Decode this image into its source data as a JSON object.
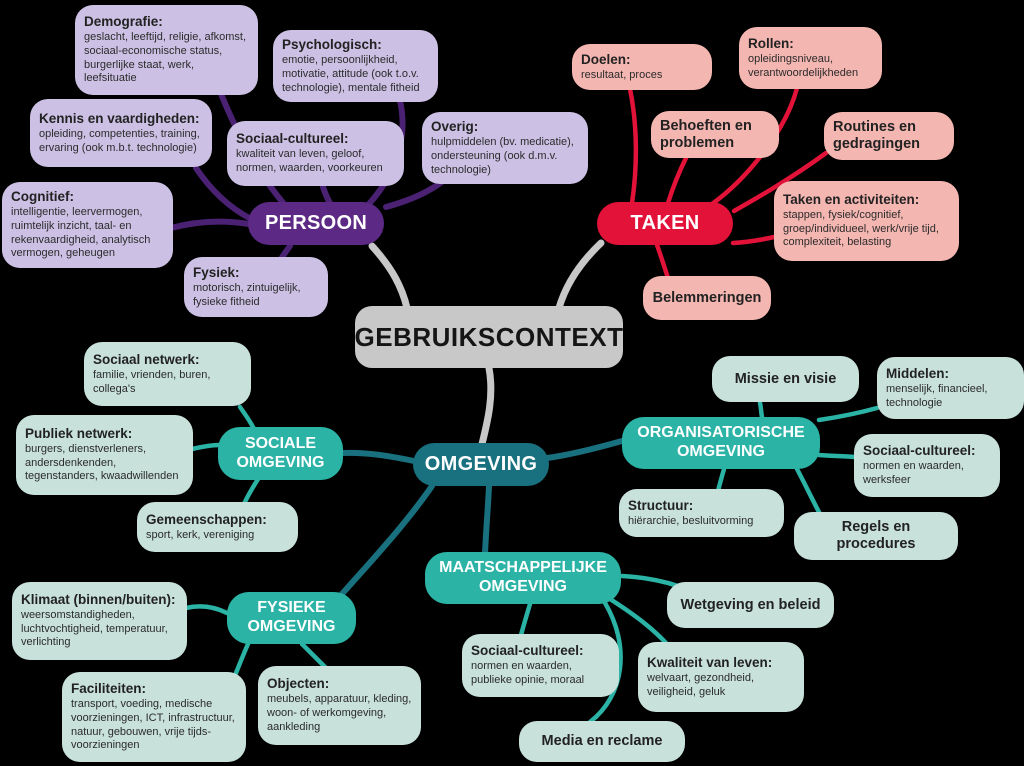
{
  "title": {
    "label": "GEBRUIKSCONTEXT"
  },
  "colors": {
    "background": "#000000",
    "persoon_hub": "#5c2a85",
    "persoon_node": "#ccc1e4",
    "persoon_line": "#4b2173",
    "taken_hub": "#e21239",
    "taken_node": "#f4b6b1",
    "taken_line": "#e21239",
    "center_node": "#c8c8c8",
    "center_line": "#c8c8c8",
    "omgeving_hub": "#19717f",
    "teal_hub": "#2bb3a6",
    "teal_node": "#c8e1db",
    "teal_line": "#2bb3a6",
    "teal_line_dark": "#19717f",
    "text_dark": "#222222",
    "text_light": "#ffffff"
  },
  "persoon": {
    "hub": "PERSOON",
    "nodes": [
      {
        "title": "Demografie:",
        "body": "geslacht, leeftijd, religie, afkomst, sociaal-economische status, burgerlijke staat, werk, leefsituatie"
      },
      {
        "title": "Psychologisch:",
        "body": "emotie, persoonlijkheid, motivatie, attitude (ook t.o.v. technologie), mentale fitheid"
      },
      {
        "title": "Kennis en vaardigheden:",
        "body": "opleiding, competenties, training, ervaring (ook m.b.t. technologie)"
      },
      {
        "title": "Sociaal-cultureel:",
        "body": "kwaliteit van leven, geloof, normen, waarden, voorkeuren"
      },
      {
        "title": "Overig:",
        "body": "hulpmiddelen (bv. medicatie), ondersteuning (ook d.m.v. technologie)"
      },
      {
        "title": "Cognitief:",
        "body": "intelligentie, leervermogen, ruimtelijk inzicht, taal- en rekenvaardigheid, analytisch vermogen, geheugen"
      },
      {
        "title": "Fysiek:",
        "body": "motorisch, zintuigelijk, fysieke fitheid"
      }
    ]
  },
  "taken": {
    "hub": "TAKEN",
    "nodes": [
      {
        "title": "Doelen:",
        "body": "resultaat, proces"
      },
      {
        "title": "Rollen:",
        "body": "opleidingsniveau, verantwoordelijkheden"
      },
      {
        "title": "Behoeften en problemen",
        "body": ""
      },
      {
        "title": "Routines en gedragingen",
        "body": ""
      },
      {
        "title": "Taken en activiteiten:",
        "body": "stappen, fysiek/cognitief, groep/individueel, werk/vrije tijd, complexiteit, belasting"
      },
      {
        "title": "Belemmeringen",
        "body": ""
      }
    ]
  },
  "omgeving": {
    "hub": "OMGEVING"
  },
  "sociale": {
    "hub": "SOCIALE OMGEVING",
    "nodes": [
      {
        "title": "Sociaal netwerk:",
        "body": "familie, vrienden, buren, collega's"
      },
      {
        "title": "Publiek netwerk:",
        "body": "burgers, dienstverleners, andersdenkenden, tegenstanders, kwaadwillenden"
      },
      {
        "title": "Gemeenschappen:",
        "body": "sport, kerk, vereniging"
      }
    ]
  },
  "organisatorische": {
    "hub": "ORGANISATORISCHE OMGEVING",
    "nodes": [
      {
        "title": "Missie en visie",
        "body": ""
      },
      {
        "title": "Middelen:",
        "body": "menselijk, financieel, technologie"
      },
      {
        "title": "Sociaal-cultureel:",
        "body": "normen en waarden, werksfeer"
      },
      {
        "title": "Structuur:",
        "body": "hiërarchie, besluitvorming"
      },
      {
        "title": "Regels en procedures",
        "body": ""
      }
    ]
  },
  "fysieke": {
    "hub": "FYSIEKE OMGEVING",
    "nodes": [
      {
        "title": "Klimaat (binnen/buiten):",
        "body": "weersomstandigheden, luchtvochtigheid, temperatuur, verlichting"
      },
      {
        "title": "Faciliteiten:",
        "body": "transport, voeding, medische voorzieningen, ICT, infrastructuur, natuur, gebouwen, vrije tijds-voorzieningen"
      },
      {
        "title": "Objecten:",
        "body": "meubels, apparatuur, kleding, woon- of werkomgeving, aankleding"
      }
    ]
  },
  "maatschappelijke": {
    "hub": "MAATSCHAPPELIJKE OMGEVING",
    "nodes": [
      {
        "title": "Wetgeving en beleid",
        "body": ""
      },
      {
        "title": "Sociaal-cultureel:",
        "body": "normen en waarden, publieke opinie, moraal"
      },
      {
        "title": "Kwaliteit van leven:",
        "body": "welvaart, gezondheid, veiligheid, geluk"
      },
      {
        "title": "Media en reclame",
        "body": ""
      }
    ]
  }
}
